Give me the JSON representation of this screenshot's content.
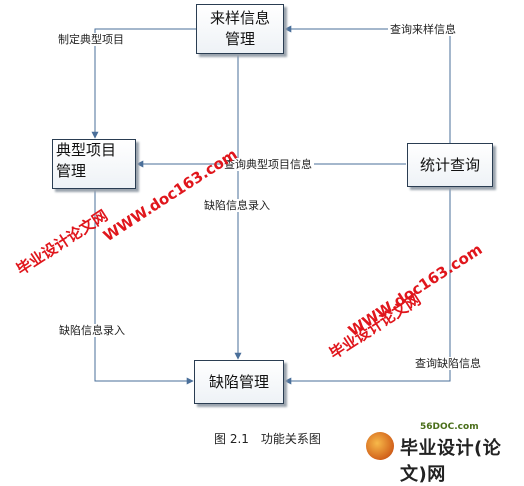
{
  "diagram": {
    "boxes": {
      "sample": "来样信息\n管理",
      "typical": "典型项目\n管理",
      "query": "统计查询",
      "defect": "缺陷管理"
    },
    "labels": {
      "query_sample": "查询来样信息",
      "make_typical": "制定典型项目",
      "query_typical": "查询典型项目信息",
      "defect_entry_center": "缺陷信息录入",
      "defect_entry_left": "缺陷信息录入",
      "query_defect": "查询缺陷信息"
    },
    "caption": "图 2.1　功能关系图"
  },
  "watermarks": {
    "url": "WWW.doc163.com",
    "cn": "毕业设计论文网"
  },
  "branding": {
    "url": "56DOC.com",
    "name": "毕业设计(论文)网"
  },
  "colors": {
    "line": "#4a6f9a",
    "box_border": "#2a3d52",
    "watermark": "#e0161c"
  }
}
